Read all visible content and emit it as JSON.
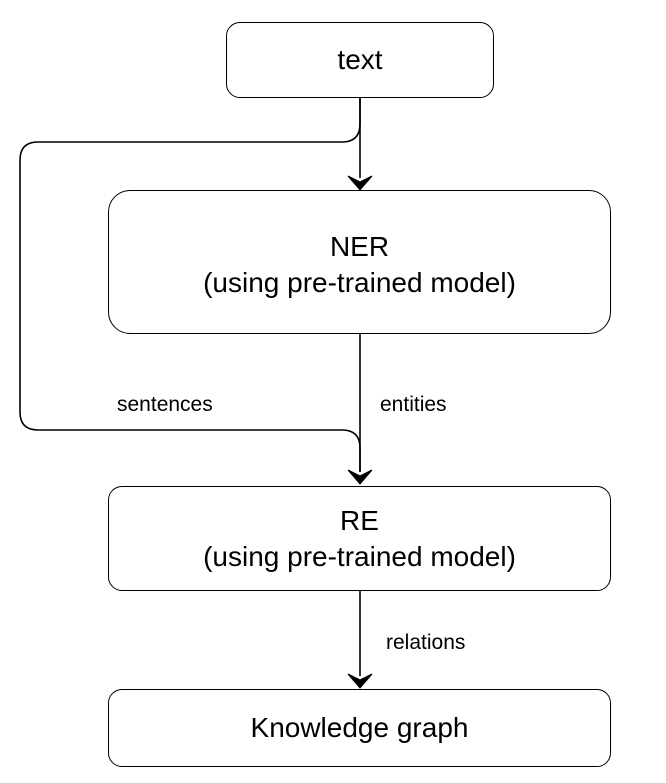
{
  "nodes": {
    "text": {
      "label": "text"
    },
    "ner": {
      "title": "NER",
      "subtitle": "(using pre-trained model)"
    },
    "re": {
      "title": "RE",
      "subtitle": "(using pre-trained model)"
    },
    "kg": {
      "label": "Knowledge graph"
    }
  },
  "edges": {
    "sentences": "sentences",
    "entities": "entities",
    "relations": "relations"
  }
}
